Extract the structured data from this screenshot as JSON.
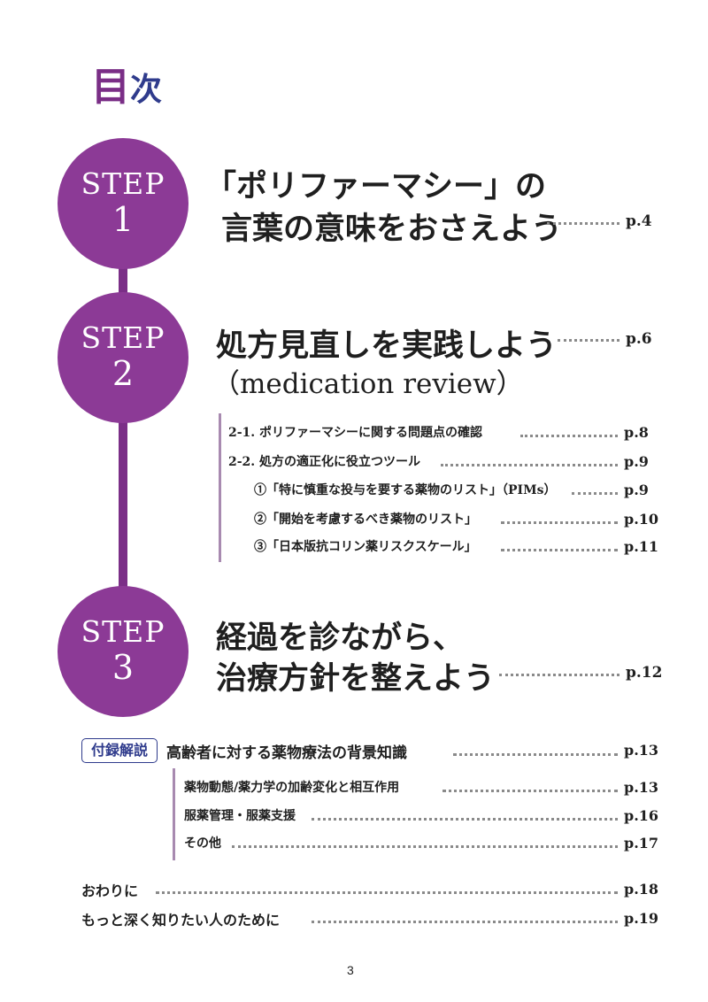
{
  "title": {
    "main": "目",
    "second": "次"
  },
  "steps": [
    {
      "word": "STEP",
      "num": "1",
      "lines": [
        "「ポリファーマシー」の",
        "言葉の意味をおさえよう"
      ],
      "page": "p.4"
    },
    {
      "word": "STEP",
      "num": "2",
      "lines": [
        "処方見直しを実践しよう",
        "（medication review）"
      ],
      "page": "p.6"
    },
    {
      "word": "STEP",
      "num": "3",
      "lines": [
        "経過を診ながら、",
        "治療方針を整えよう"
      ],
      "page": "p.12"
    }
  ],
  "step2_items": [
    {
      "label": "2-1.  ポリファーマシーに関する問題点の確認",
      "page": "p.8"
    },
    {
      "label": "2-2.  処方の適正化に役立つツール",
      "page": "p.9"
    },
    {
      "label": "①「特に慎重な投与を要する薬物のリスト」（PIMs）",
      "page": "p.9"
    },
    {
      "label": "②「開始を考慮するべき薬物のリスト」",
      "page": "p.10"
    },
    {
      "label": "③「日本版抗コリン薬リスクスケール」",
      "page": "p.11"
    }
  ],
  "appendix": {
    "badge": "付録解説",
    "title": "高齢者に対する薬物療法の背景知識",
    "page": "p.13",
    "items": [
      {
        "label": "薬物動態/薬力学の加齢変化と相互作用",
        "page": "p.13"
      },
      {
        "label": "服薬管理・服薬支援",
        "page": "p.16"
      },
      {
        "label": "その他",
        "page": "p.17"
      }
    ]
  },
  "closing": [
    {
      "label": "おわりに",
      "page": "p.18"
    },
    {
      "label": "もっと深く知りたい人のために",
      "page": "p.19"
    }
  ],
  "page_number": "3",
  "colors": {
    "step_circle": "#8c3a96",
    "title_primary": "#7a2e86",
    "title_secondary": "#2f3b8c"
  }
}
